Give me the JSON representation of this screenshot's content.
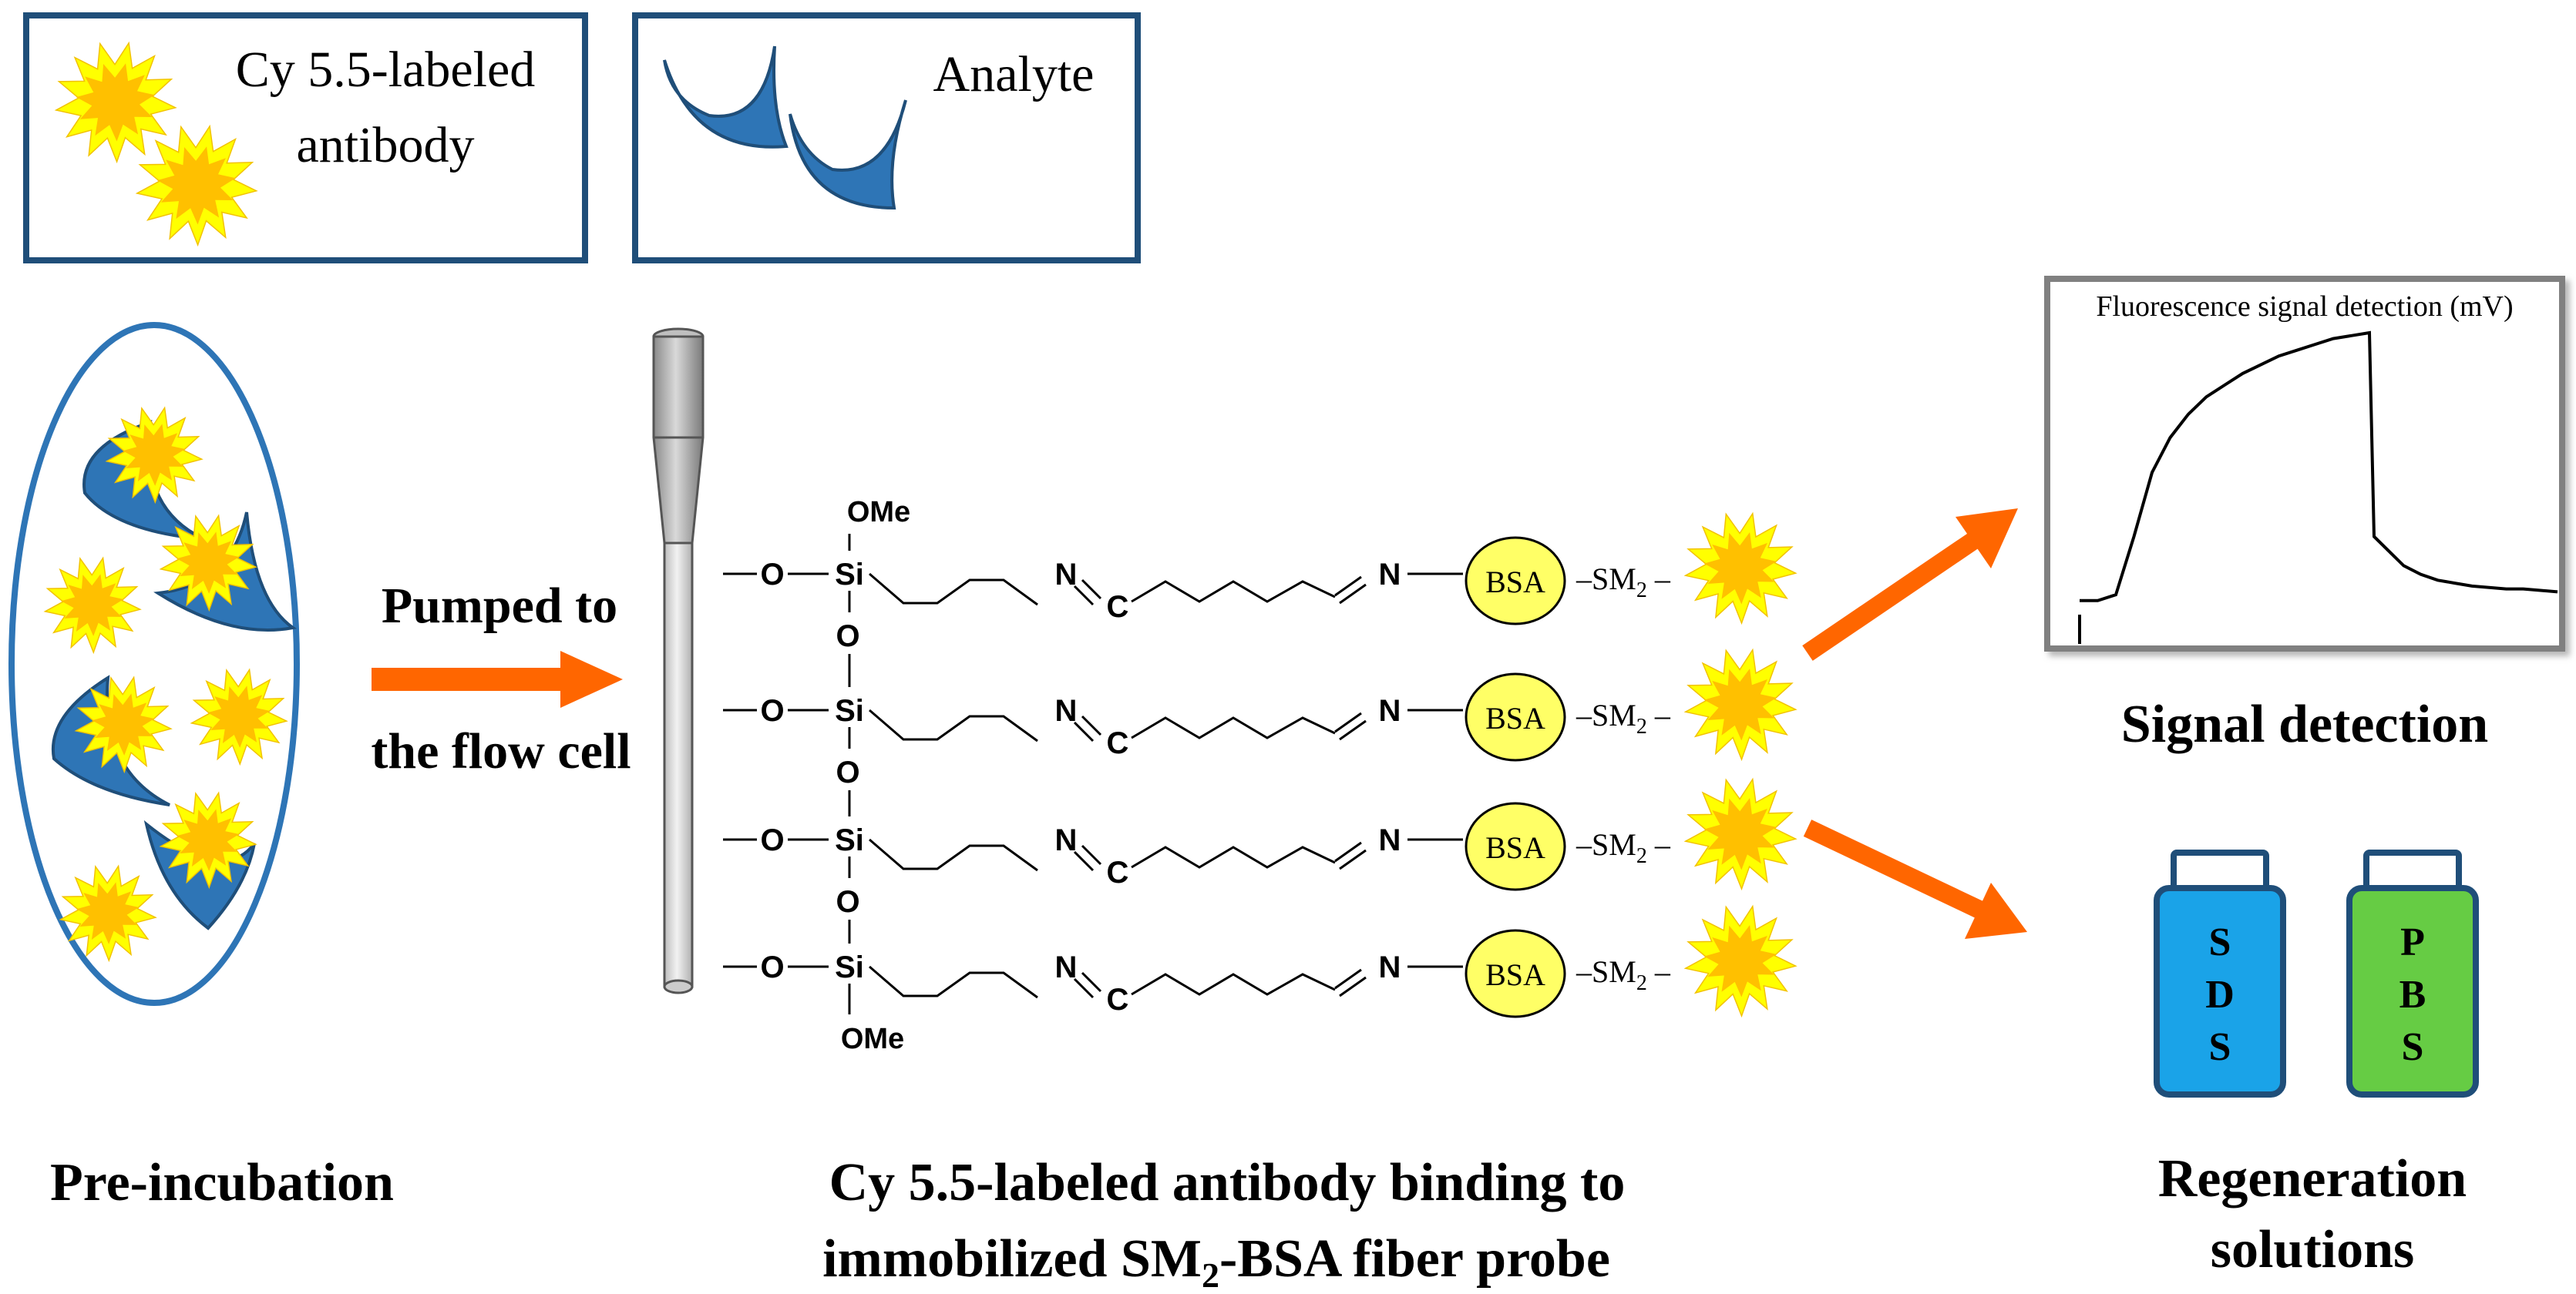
{
  "legend": {
    "antibody_line1": "Cy 5.5-labeled",
    "antibody_line2": "antibody",
    "analyte": "Analyte"
  },
  "steps": {
    "pumped_line1": "Pumped to",
    "pumped_line2": "the flow cell",
    "pre_incubation": "Pre-incubation",
    "binding_line1": "Cy 5.5-labeled antibody binding to",
    "binding_line2_pre": "immobilized SM",
    "binding_line2_sub": "2",
    "binding_line2_post": "-BSA fiber probe",
    "signal_detection": "Signal detection",
    "regen_line1": "Regeneration",
    "regen_line2": "solutions"
  },
  "chain": {
    "atom_o": "O",
    "atom_si": "Si",
    "atom_n": "N",
    "atom_c": "C",
    "ome": "OMe",
    "bsa": "BSA",
    "sm": "SM",
    "sm_sub": "2",
    "dash": "–"
  },
  "plot": {
    "title": "Fluorescence signal detection (mV)"
  },
  "chart_data": {
    "type": "line",
    "title": "Fluorescence signal detection (mV)",
    "xlabel": "",
    "ylabel": "",
    "series": [
      {
        "values": [
          8,
          8,
          10,
          30,
          52,
          64,
          72,
          78,
          82,
          86,
          89,
          92,
          94,
          96,
          98,
          99,
          100,
          30,
          20,
          17,
          15,
          14,
          13,
          12.5,
          12,
          12,
          11.5,
          11
        ]
      }
    ]
  },
  "bottles": [
    {
      "letters": [
        "S",
        "D",
        "S"
      ],
      "color": "#1aa3e8"
    },
    {
      "letters": [
        "P",
        "B",
        "S"
      ],
      "color": "#66cc44"
    }
  ],
  "colors": {
    "frame": "#1f4e79",
    "analyte": "#2e75b6",
    "star_outer": "#ffff00",
    "star_inner": "#ffc000",
    "arrow": "#ff6600",
    "bsa": "#ffff66"
  }
}
